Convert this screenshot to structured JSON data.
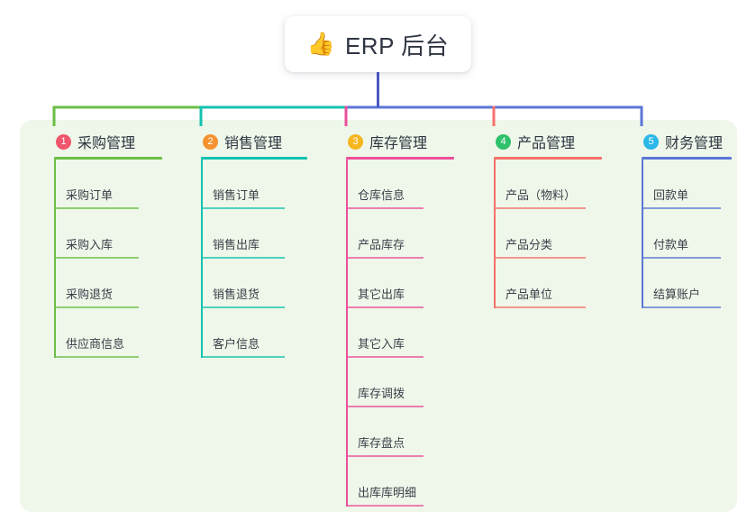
{
  "root": {
    "icon": "thumbs-up-icon",
    "emoji": "👍",
    "title": "ERP 后台"
  },
  "colors": {
    "panel_bg": "#eef7e9",
    "page_bg": "#ffffff",
    "root_stem": "#4b57c4",
    "col1": "#6cbe45",
    "col2": "#13c2b0",
    "col3": "#ec4f9a",
    "col4": "#f5706a",
    "col5": "#5b76d6",
    "badge1": "#f0566b",
    "badge2": "#f5922f",
    "badge3": "#f5b61f",
    "badge4": "#2ec06a",
    "badge5": "#2bb8e8",
    "text": "#2f3542",
    "item_text": "#3b3f4a"
  },
  "columns": [
    {
      "index": "1",
      "title": "采购管理",
      "accent": "#6cbe45",
      "badge_color": "#f0566b",
      "items": [
        "采购订单",
        "采购入库",
        "采购退货",
        "供应商信息"
      ]
    },
    {
      "index": "2",
      "title": "销售管理",
      "accent": "#13c2b0",
      "badge_color": "#f5922f",
      "items": [
        "销售订单",
        "销售出库",
        "销售退货",
        "客户信息"
      ]
    },
    {
      "index": "3",
      "title": "库存管理",
      "accent": "#ec4f9a",
      "badge_color": "#f5b61f",
      "items": [
        "仓库信息",
        "产品库存",
        "其它出库",
        "其它入库",
        "库存调拨",
        "库存盘点",
        "出库库明细"
      ]
    },
    {
      "index": "4",
      "title": "产品管理",
      "accent": "#f5706a",
      "badge_color": "#2ec06a",
      "items": [
        "产品（物料）",
        "产品分类",
        "产品单位"
      ]
    },
    {
      "index": "5",
      "title": "财务管理",
      "accent": "#5b76d6",
      "badge_color": "#2bb8e8",
      "items": [
        "回款单",
        "付款单",
        "结算账户"
      ]
    }
  ]
}
